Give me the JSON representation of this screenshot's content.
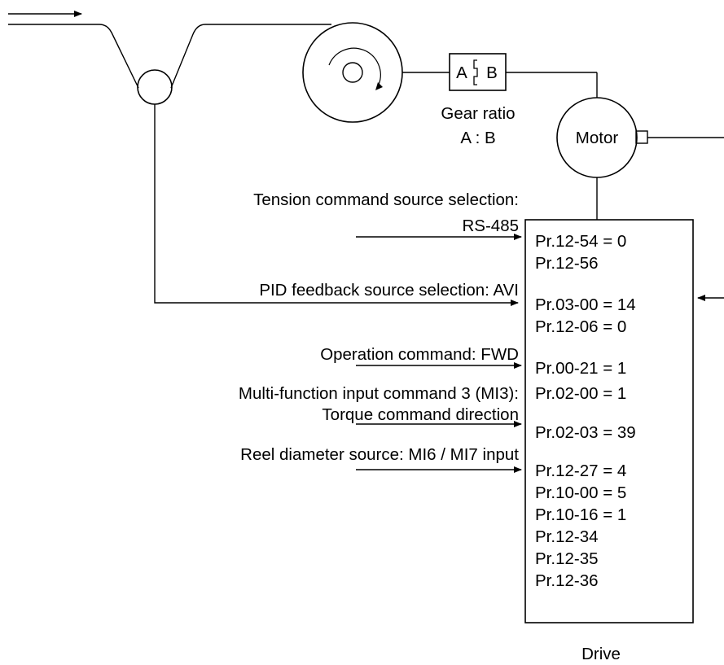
{
  "gear": {
    "a": "A",
    "b": "B",
    "caption_line1": "Gear ratio",
    "caption_line2": "A : B"
  },
  "motor": {
    "label": "Motor"
  },
  "labels": {
    "tension_line1": "Tension command source selection:",
    "tension_line2": "RS-485",
    "pid_feedback": "PID feedback source selection: AVI",
    "operation": "Operation command: FWD",
    "mi3_line1": "Multi-function input command 3 (MI3):",
    "mi3_line2": "Torque command direction",
    "reel": "Reel diameter source: MI6 / MI7 input"
  },
  "drive": {
    "label": "Drive",
    "params": [
      "Pr.12-54 = 0",
      "Pr.12-56",
      "Pr.03-00 = 14",
      "Pr.12-06 = 0",
      "Pr.00-21 = 1",
      "Pr.02-00 = 1",
      "Pr.02-03 = 39",
      "Pr.12-27 = 4",
      "Pr.10-00 = 5",
      "Pr.10-16 = 1",
      "Pr.12-34",
      "Pr.12-35",
      "Pr.12-36"
    ]
  }
}
